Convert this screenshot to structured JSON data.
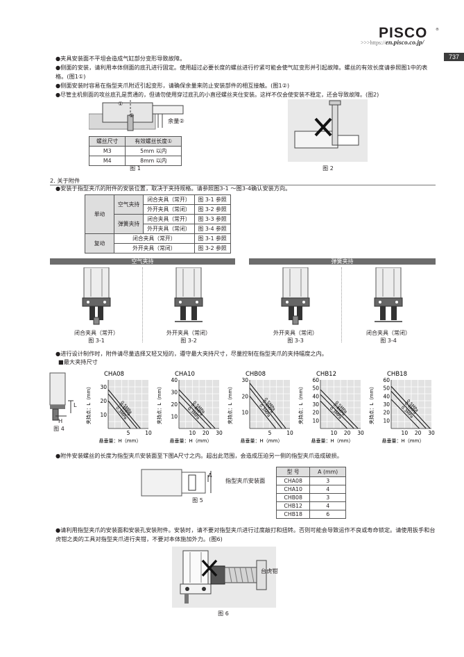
{
  "header": {
    "brand": "PISCO",
    "url": "en.pisco.co.jp/",
    "url_prefix": ">>>https://",
    "page": "737"
  },
  "intro_bullets": [
    "●夹具安装面不平坦会造成气缸部分变形导致故障。",
    "●侧面的安装，请利用本体侧面的底孔进行固定。使用超过必要长度的螺丝进行拧紧可能会使气缸变形并引起故障。螺丝的有效长度请参照图1中的表格。(图1①)",
    "●侧面安装时容易在指型夹爪附近引起变形，请确保余量来防止安装部件的相互接触。(图1②)",
    "●尽管主机侧面的攻丝底孔是贯通的，但请勿使用穿过底孔的小直径螺丝夹住安装。这样不仅会使安装不稳定，还会导致故障。(图2)"
  ],
  "fig1": {
    "label_margin": "余量②",
    "marker1": "①",
    "marker2": "②",
    "table_headers": [
      "螺丝尺寸",
      "有效螺丝长度①"
    ],
    "table_rows": [
      [
        "M3",
        "5mm 以内"
      ],
      [
        "M4",
        "8mm 以内"
      ]
    ],
    "caption": "图 1"
  },
  "fig2": {
    "caption": "图 2"
  },
  "section2": {
    "title": "2. 关于附件",
    "bullet": "●安装于指型夹爪的附件的安装位置，取决于夹持规格。请参照图3-1 ～图3-4确认安装方向。",
    "table": {
      "single": "单动",
      "double": "复动",
      "air": "空气夹持",
      "spring": "弹簧夹持",
      "rows_air": [
        [
          "闭合夹具（常开）",
          "图 3-1 参照"
        ],
        [
          "外开夹具（常闭）",
          "图 3-2 参照"
        ]
      ],
      "rows_spring": [
        [
          "闭合夹具（常开）",
          "图 3-3 参照"
        ],
        [
          "外开夹具（常闭）",
          "图 3-4 参照"
        ]
      ],
      "rows_double": [
        [
          "闭合夹具（常开）",
          "图 3-1 参照"
        ],
        [
          "外开夹具（常闭）",
          "图 3-2 参照"
        ]
      ]
    }
  },
  "fig3": {
    "bar_air": "空气夹持",
    "bar_spring": "弹簧夹持",
    "items": [
      {
        "label": "闭合夹具（常开）",
        "caption": "图 3-1"
      },
      {
        "label": "外开夹具（常闭）",
        "caption": "图 3-2"
      },
      {
        "label": "外开夹具（常闭）",
        "caption": "图 3-3"
      },
      {
        "label": "闭合夹具（常闭）",
        "caption": "图 3-4"
      }
    ]
  },
  "grip_bullet": "●进行设计制作时，附件请尽量选择又轻又短的，遵守最大夹持尺寸，尽量控制在指型夹爪的夹持幅度之内。",
  "grip_subhead": "■最大夹持尺寸",
  "fig4": {
    "caption": "图 4",
    "label_l": "L",
    "label_h": "H"
  },
  "charts_common": {
    "ylabel": "夹持点：L（mm）",
    "xlabel": "悬垂量：H（mm）",
    "pressures": [
      "0.5MPa",
      "0.4MPa",
      "0.3MPa"
    ]
  },
  "chart_data": [
    {
      "type": "line",
      "title": "CHA08",
      "yticks": [
        10,
        20,
        30
      ],
      "ylim": [
        0,
        35
      ],
      "xticks": [
        5,
        10
      ],
      "xlim": [
        0,
        10
      ],
      "series": [
        {
          "name": "0.5MPa",
          "x": [
            0,
            8
          ],
          "y": [
            28,
            0
          ]
        },
        {
          "name": "0.4MPa",
          "x": [
            0,
            7.2
          ],
          "y": [
            25,
            0
          ]
        },
        {
          "name": "0.3MPa",
          "x": [
            0,
            5.5
          ],
          "y": [
            20,
            0
          ]
        }
      ]
    },
    {
      "type": "line",
      "title": "CHA10",
      "yticks": [
        10,
        20,
        30,
        40
      ],
      "ylim": [
        0,
        40
      ],
      "xticks": [
        10,
        20,
        30
      ],
      "xlim": [
        0,
        30
      ],
      "series": [
        {
          "name": "0.5MPa",
          "x": [
            0,
            27
          ],
          "y": [
            32,
            0
          ]
        },
        {
          "name": "0.4MPa",
          "x": [
            0,
            24
          ],
          "y": [
            28,
            0
          ]
        },
        {
          "name": "0.3MPa",
          "x": [
            0,
            19
          ],
          "y": [
            22,
            0
          ]
        }
      ]
    },
    {
      "type": "line",
      "title": "CHB08",
      "yticks": [
        10,
        20,
        30
      ],
      "ylim": [
        0,
        30
      ],
      "xticks": [
        5,
        10
      ],
      "xlim": [
        0,
        10
      ],
      "series": [
        {
          "name": "0.5MPa",
          "x": [
            0,
            9
          ],
          "y": [
            28,
            0
          ]
        },
        {
          "name": "0.4MPa",
          "x": [
            0,
            8
          ],
          "y": [
            25,
            0
          ]
        },
        {
          "name": "0.3MPa",
          "x": [
            0,
            6.5
          ],
          "y": [
            20,
            0
          ]
        }
      ]
    },
    {
      "type": "line",
      "title": "CHB12",
      "yticks": [
        10,
        20,
        30,
        40,
        50,
        60
      ],
      "ylim": [
        0,
        60
      ],
      "xticks": [
        10,
        20,
        30
      ],
      "xlim": [
        0,
        30
      ],
      "series": [
        {
          "name": "0.5MPa",
          "x": [
            0,
            28
          ],
          "y": [
            48,
            0
          ]
        },
        {
          "name": "0.4MPa",
          "x": [
            0,
            25
          ],
          "y": [
            42,
            0
          ]
        },
        {
          "name": "0.3MPa",
          "x": [
            0,
            20
          ],
          "y": [
            34,
            0
          ]
        }
      ]
    },
    {
      "type": "line",
      "title": "CHB18",
      "yticks": [
        10,
        20,
        30,
        40,
        50,
        60
      ],
      "ylim": [
        0,
        60
      ],
      "xticks": [
        10,
        20,
        30
      ],
      "xlim": [
        0,
        30
      ],
      "series": [
        {
          "name": "0.5MPa",
          "x": [
            0,
            29
          ],
          "y": [
            52,
            0
          ]
        },
        {
          "name": "0.4MPa",
          "x": [
            0,
            26
          ],
          "y": [
            46,
            0
          ]
        },
        {
          "name": "0.3MPa",
          "x": [
            0,
            21
          ],
          "y": [
            36,
            0
          ]
        }
      ]
    }
  ],
  "screw_bullet": "●附件安装螺丝的长度为指型夹爪安装面至下图A尺寸之内。超出此范围，会造成压迫另一侧的指型夹爪造成破损。",
  "fig5": {
    "caption": "图 5",
    "label_face": "指型夹爪安装面",
    "label_a": "A",
    "table_headers": [
      "型 号",
      "A (mm)"
    ],
    "table_rows": [
      [
        "CHA08",
        "3"
      ],
      [
        "CHA10",
        "4"
      ],
      [
        "CHB08",
        "3"
      ],
      [
        "CHB12",
        "4"
      ],
      [
        "CHB18",
        "6"
      ]
    ]
  },
  "final_bullet": "●请利用指型夹爪的安装面和安装孔安装附件。安装时，请不要对指型夹爪进行过度敲打和扭转。否则可能会导致运作不良或寿命锁定。请使用扳手和台虎钳之类的工具对指型夹爪进行夹钳，不要对本体施加外力。(图6)",
  "fig6": {
    "caption": "图 6",
    "label_vise": "台虎钳"
  }
}
